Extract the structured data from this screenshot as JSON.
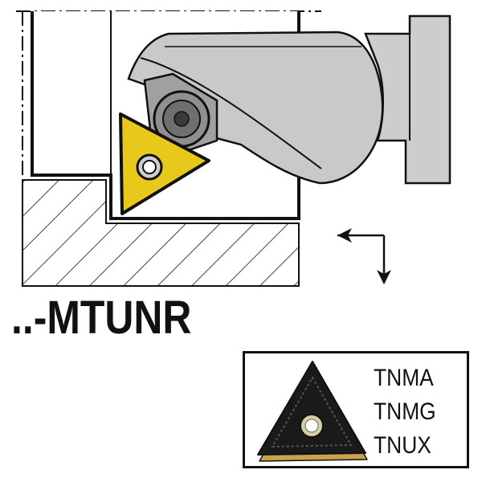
{
  "model_code": "..-MTUNR",
  "insert_types": [
    "TNMA",
    "TNMG",
    "TNUX"
  ],
  "colors": {
    "holder": "#c9c9c9",
    "holder_dark": "#9a9a9a",
    "insert_yellow": "#e8c81a",
    "insert_black": "#1a1a1a",
    "insert_gold_edge": "#c9a24a",
    "outline": "#111111"
  }
}
